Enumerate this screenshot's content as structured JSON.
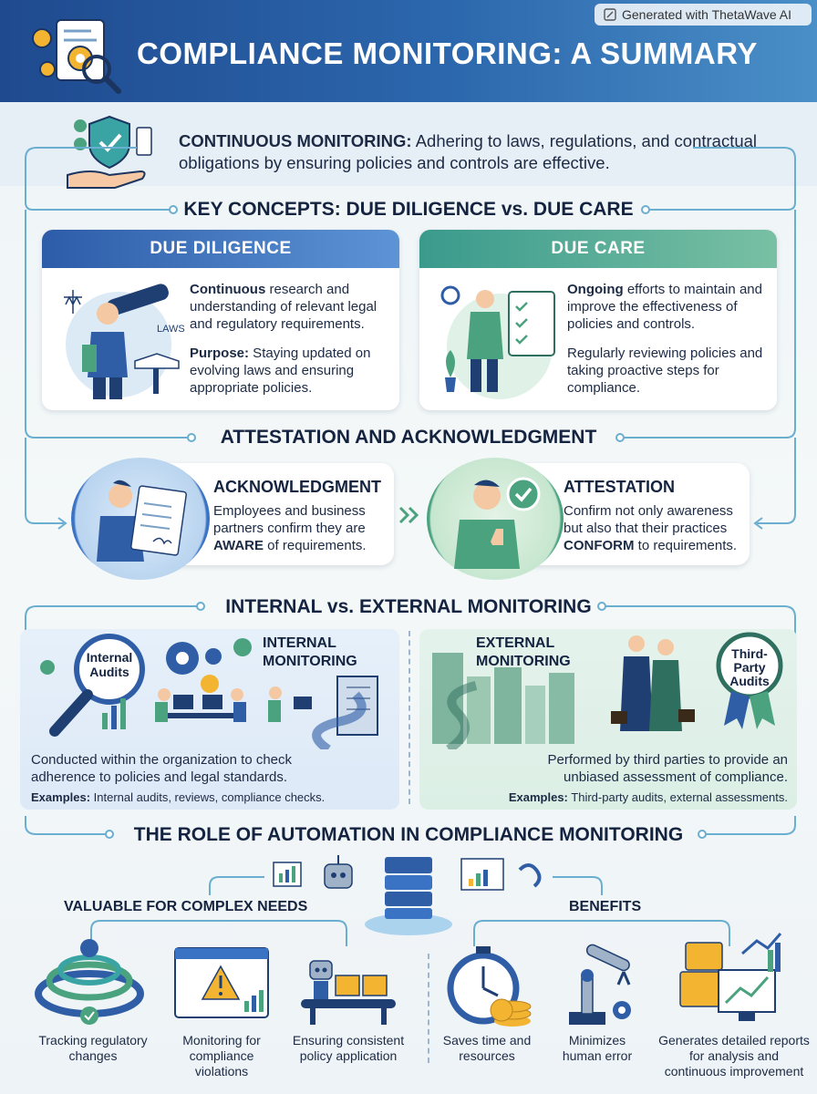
{
  "header": {
    "title": "COMPLIANCE MONITORING: A SUMMARY",
    "badge": "Generated with ThetaWave AI"
  },
  "intro": {
    "term": "CONTINUOUS MONITORING:",
    "text": " Adhering to laws, regulations, and contractual obligations by ensuring policies and controls are effective."
  },
  "key_concepts": {
    "heading": "KEY CONCEPTS: DUE DILIGENCE vs. DUE CARE",
    "due_diligence": {
      "title": "DUE DILIGENCE",
      "sign": "LAWS",
      "lead": "Continuous",
      "text1": " research and understanding of relevant legal and regulatory requirements.",
      "purpose_label": "Purpose:",
      "purpose_text": " Staying updated on evolving laws and ensuring appropriate policies."
    },
    "due_care": {
      "title": "DUE CARE",
      "lead": "Ongoing",
      "text1": " efforts to maintain and improve the effectiveness of policies and controls.",
      "text2": "Regularly reviewing policies and taking proactive steps for compliance."
    }
  },
  "attestation": {
    "heading": "ATTESTATION AND ACKNOWLEDGMENT",
    "acknowledgment": {
      "title": "ACKNOWLEDGMENT",
      "text_before": "Employees and business partners confirm they are ",
      "emphasis": "AWARE",
      "text_after": " of requirements."
    },
    "attestation_item": {
      "title": "ATTESTATION",
      "text_before": "Confirm not only awareness but also that their practices ",
      "emphasis": "CONFORM",
      "text_after": " to requirements."
    }
  },
  "monitoring": {
    "heading": "INTERNAL vs. EXTERNAL MONITORING",
    "internal": {
      "label_line1": "INTERNAL",
      "label_line2": "MONITORING",
      "magnifier_line1": "Internal",
      "magnifier_line2": "Audits",
      "text": "Conducted within the organization to check adherence to policies and legal standards.",
      "examples_label": "Examples:",
      "examples_text": " Internal audits, reviews, compliance checks."
    },
    "external": {
      "label_line1": "EXTERNAL",
      "label_line2": "MONITORING",
      "seal_line1": "Third-",
      "seal_line2": "Party",
      "seal_line3": "Audits",
      "text": "Performed by third parties to provide an unbiased assessment of compliance.",
      "examples_label": "Examples:",
      "examples_text": " Third-party audits, external assessments."
    }
  },
  "automation": {
    "heading": "THE ROLE OF AUTOMATION IN COMPLIANCE MONITORING",
    "needs_heading": "VALUABLE FOR COMPLEX NEEDS",
    "benefits_heading": "BENEFITS",
    "needs": [
      {
        "caption": "Tracking regulatory changes"
      },
      {
        "caption": "Monitoring for compliance violations"
      },
      {
        "caption": "Ensuring consistent policy application"
      }
    ],
    "benefits": [
      {
        "caption": "Saves time and resources"
      },
      {
        "caption": "Minimizes human error"
      },
      {
        "caption": "Generates detailed reports for analysis and continuous improvement"
      }
    ]
  },
  "colors": {
    "header_dark": "#1f4a8f",
    "header_light": "#4a8fc7",
    "blue_accent": "#3a72c4",
    "green_accent": "#4aa27f",
    "teal_accent": "#3aa3a3"
  }
}
